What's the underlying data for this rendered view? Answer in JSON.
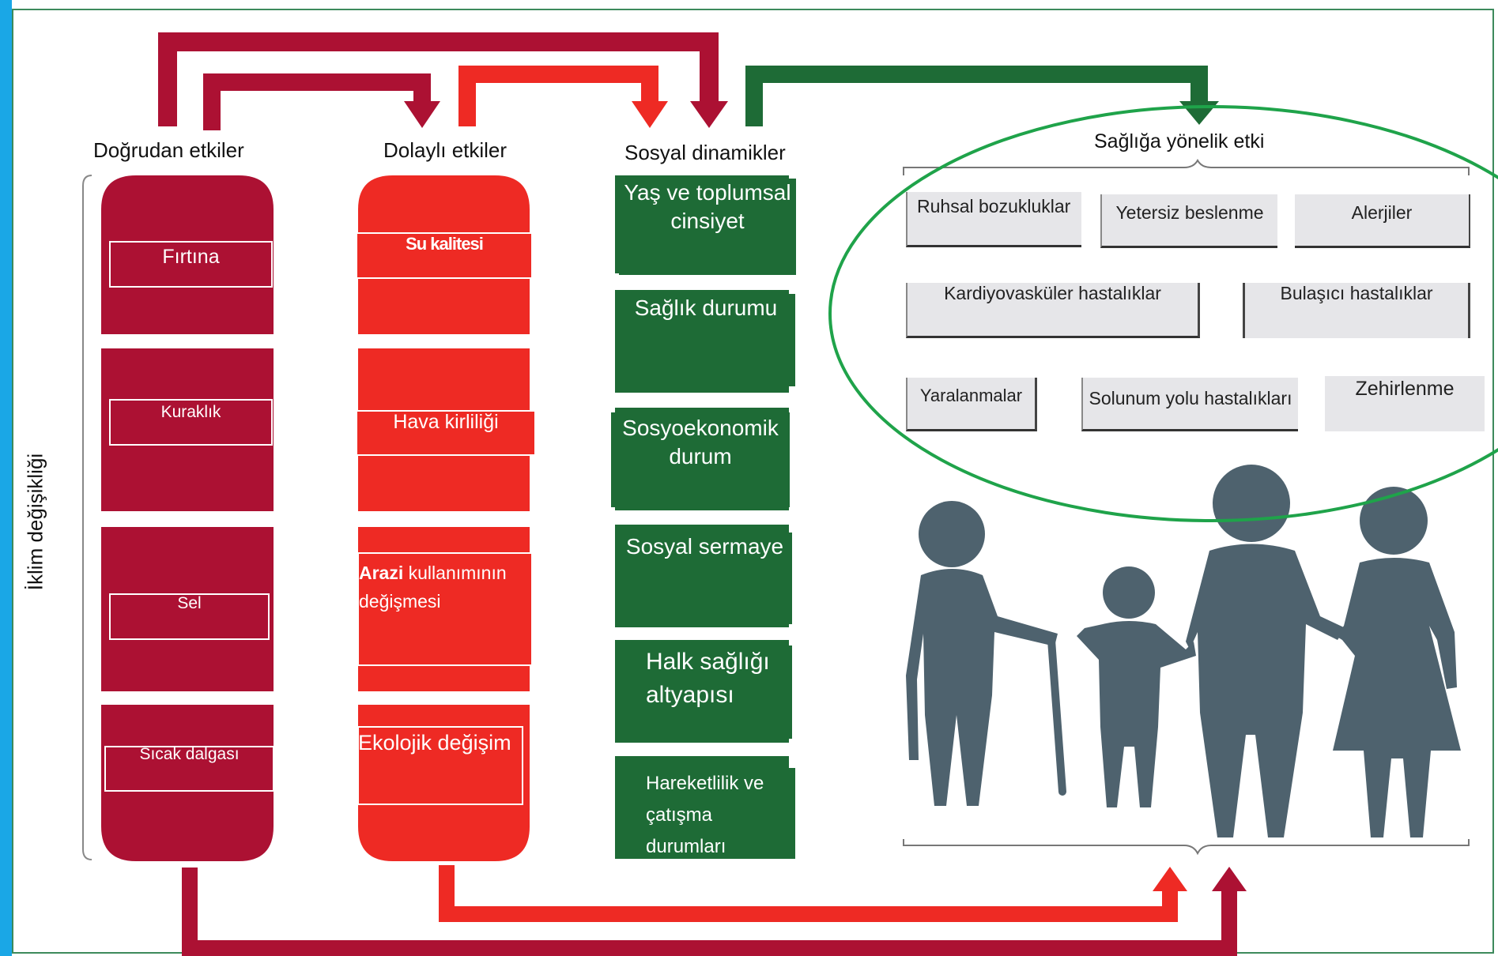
{
  "headers": {
    "direct": "Doğrudan etkiler",
    "indirect": "Dolaylı etkiler",
    "social": "Sosyal dinamikler",
    "health": "Sağlığa yönelik etki"
  },
  "side_label": "İklim değişikliği",
  "direct_effects": [
    "Fırtına",
    "Kuraklık",
    "Sel",
    "Sıcak dalgası"
  ],
  "indirect_effects": {
    "water": "Su kalitesi",
    "air": "Hava kirliliği",
    "land_bold": "Arazi",
    "land_line1": "kullanımının",
    "land_line2": "değişmesi",
    "eco": "Ekolojik değişim"
  },
  "social_dynamics": {
    "age_line1": "Yaş ve toplumsal",
    "age_line2": "cinsiyet",
    "health_status": "Sağlık durumu",
    "socio_line1": "Sosyoekonomik",
    "socio_line2": "durum",
    "capital": "Sosyal sermaye",
    "infra_line1": "Halk sağlığı",
    "infra_line2": "altyapısı",
    "mobility_line1": "Hareketlilik ve",
    "mobility_line2": "çatışma",
    "mobility_line3": "durumları"
  },
  "health_impacts": {
    "mental": "Ruhsal bozukluklar",
    "nutrition": "Yetersiz beslenme",
    "allergy": "Alerjiler",
    "cardio": "Kardiyovasküler hastalıklar",
    "infectious": "Bulaşıcı hastalıklar",
    "injury": "Yaralanmalar",
    "respiratory": "Solunum yolu hastalıkları",
    "poisoning": "Zehirlenme"
  },
  "colors": {
    "direct": "#ac1133",
    "indirect": "#ee2a24",
    "social": "#1e6b36",
    "health_circle": "#1fa34a",
    "people": "#4e626e",
    "frame_left": "#1aa7e6",
    "frame": "#3d8a5c"
  }
}
